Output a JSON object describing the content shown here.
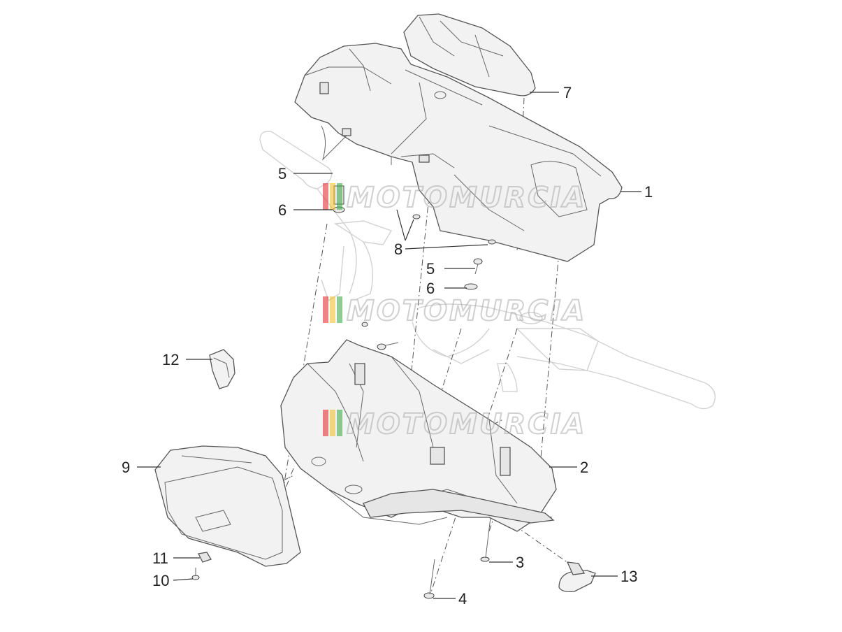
{
  "watermark": {
    "text": "MOTOMURCIA",
    "stripe_colors": [
      "#e63030",
      "#f0c030",
      "#3cae4b"
    ]
  },
  "callouts": [
    {
      "id": "c1",
      "label": "1"
    },
    {
      "id": "c2",
      "label": "2"
    },
    {
      "id": "c3",
      "label": "3"
    },
    {
      "id": "c4",
      "label": "4"
    },
    {
      "id": "c5a",
      "label": "5"
    },
    {
      "id": "c5b",
      "label": "5"
    },
    {
      "id": "c6a",
      "label": "6"
    },
    {
      "id": "c6b",
      "label": "6"
    },
    {
      "id": "c7",
      "label": "7"
    },
    {
      "id": "c8",
      "label": "8"
    },
    {
      "id": "c9",
      "label": "9"
    },
    {
      "id": "c10",
      "label": "10"
    },
    {
      "id": "c11",
      "label": "11"
    },
    {
      "id": "c12",
      "label": "12"
    },
    {
      "id": "c13",
      "label": "13"
    }
  ]
}
